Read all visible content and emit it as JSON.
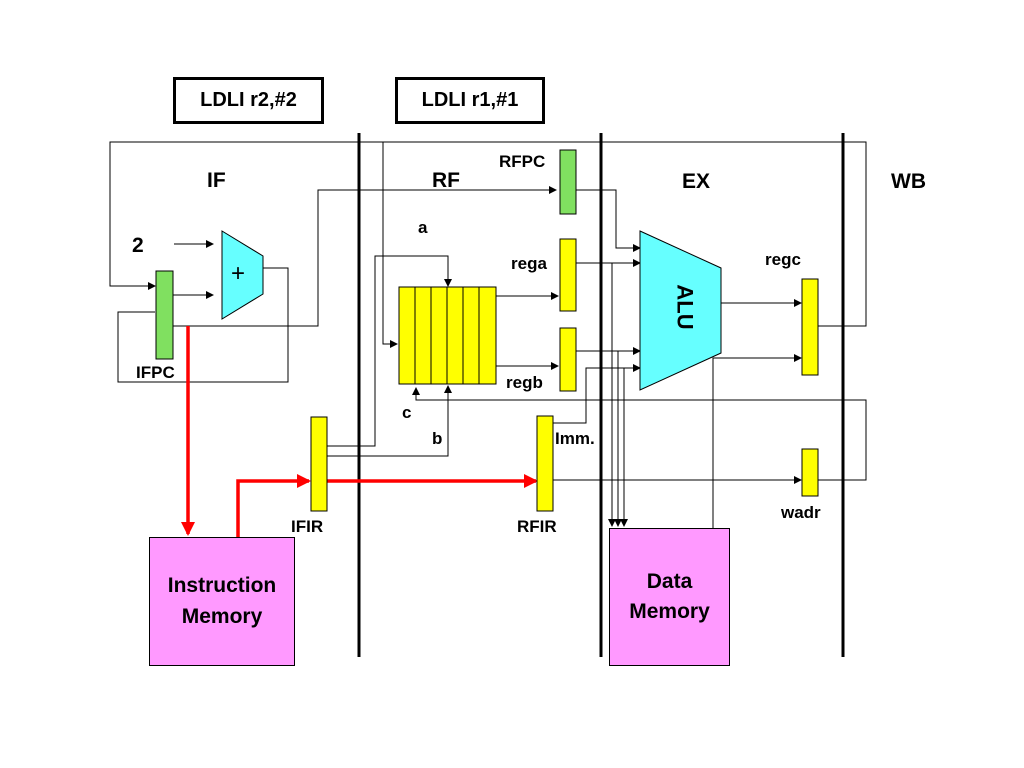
{
  "instructions": {
    "first": "LDLI r2,#2",
    "second": "LDLI r1,#1"
  },
  "stages": {
    "if": "IF",
    "rf": "RF",
    "ex": "EX",
    "wb": "WB"
  },
  "registers": {
    "ifpc": "IFPC",
    "ifir": "IFIR",
    "rfpc": "RFPC",
    "rega": "rega",
    "regb": "regb",
    "imm": "Imm.",
    "rfir": "RFIR",
    "regc": "regc",
    "wadr": "wadr"
  },
  "register_file_ports": {
    "a": "a",
    "b": "b",
    "c": "c"
  },
  "adder": {
    "constant": "2",
    "symbol": "+"
  },
  "alu": {
    "label": "ALU"
  },
  "memories": {
    "instruction": {
      "line1": "Instruction",
      "line2": "Memory"
    },
    "data": {
      "line1": "Data",
      "line2": "Memory"
    }
  },
  "colors": {
    "pc_register": "#80e060",
    "pipeline_register": "#ffff00",
    "adder_alu": "#66ffff",
    "memory": "#ff99ff",
    "highlight_path": "#ff0000"
  }
}
